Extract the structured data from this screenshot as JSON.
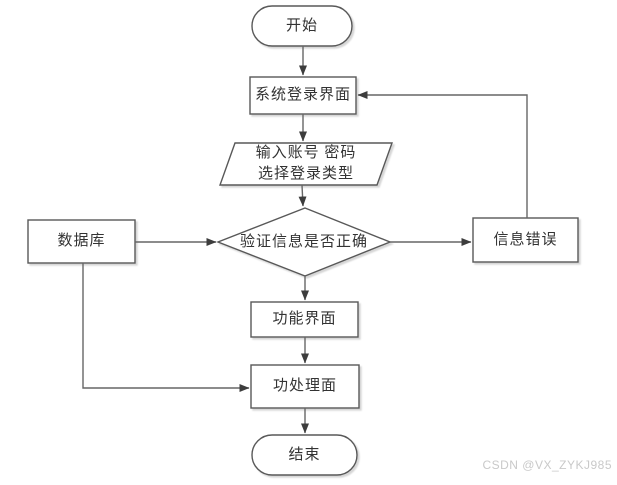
{
  "diagram": {
    "type": "flowchart",
    "nodes": {
      "start": {
        "shape": "terminator",
        "label": "开始"
      },
      "login": {
        "shape": "process",
        "label": "系统登录界面"
      },
      "input": {
        "shape": "io-parallelogram",
        "label_lines": [
          "输入账号 密码",
          "选择登录类型"
        ]
      },
      "verify": {
        "shape": "decision",
        "label": "验证信息是否正确"
      },
      "database": {
        "shape": "process",
        "label": "数据库"
      },
      "error": {
        "shape": "process",
        "label": "信息错误"
      },
      "function": {
        "shape": "process",
        "label": "功能界面"
      },
      "process": {
        "shape": "process",
        "label": "功处理面"
      },
      "end": {
        "shape": "terminator",
        "label": "结束"
      }
    },
    "edges": [
      {
        "from": "start",
        "to": "login"
      },
      {
        "from": "login",
        "to": "input"
      },
      {
        "from": "input",
        "to": "verify"
      },
      {
        "from": "database",
        "to": "verify"
      },
      {
        "from": "verify",
        "to": "error"
      },
      {
        "from": "verify",
        "to": "function"
      },
      {
        "from": "error",
        "to": "login"
      },
      {
        "from": "function",
        "to": "process"
      },
      {
        "from": "database",
        "to": "process"
      },
      {
        "from": "process",
        "to": "end"
      }
    ],
    "colors": {
      "shape_fill": "#ffffff",
      "shape_stroke": "#595959",
      "line": "#666666",
      "arrowhead": "#3d3d3d",
      "text": "#333333",
      "watermark_text": "#c9c9c9"
    },
    "watermark": "CSDN @VX_ZYKJ985"
  }
}
